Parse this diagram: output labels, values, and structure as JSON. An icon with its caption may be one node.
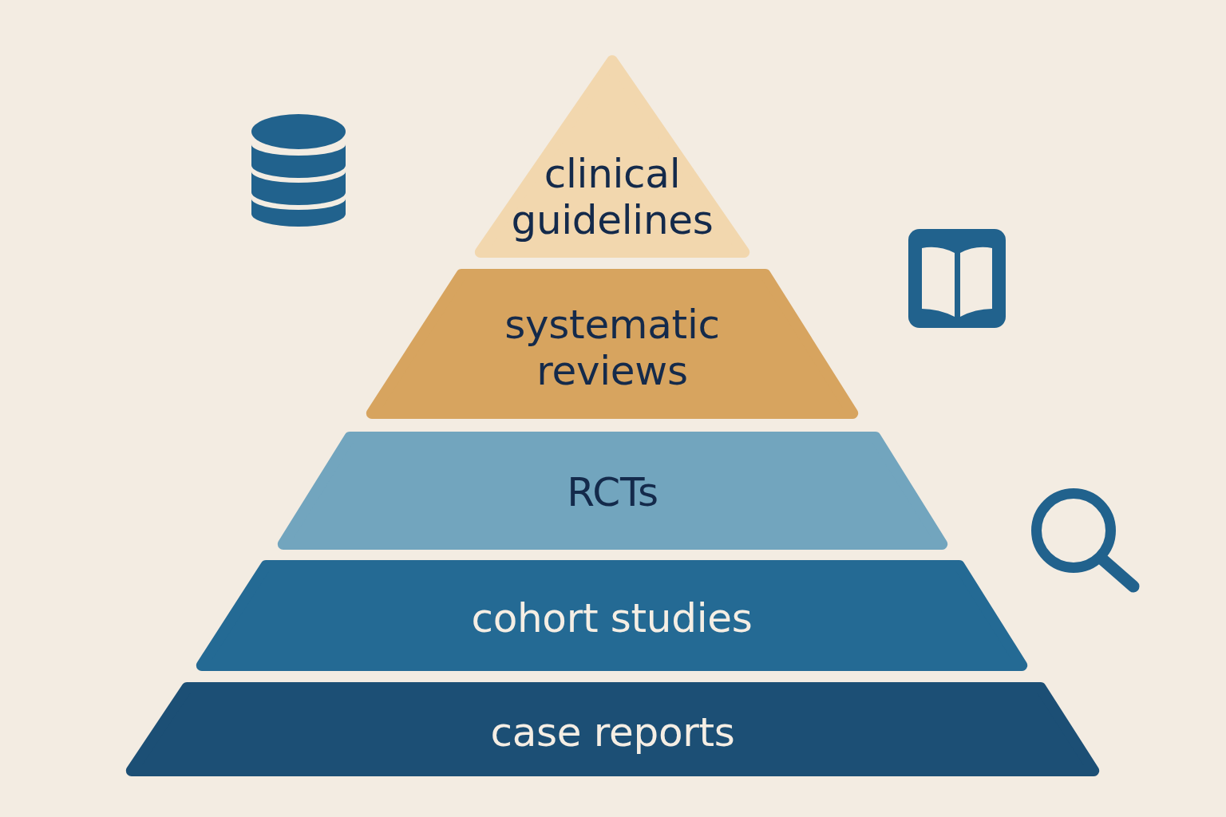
{
  "diagram": {
    "nodes": [
      {
        "text": [
          "clinical guidelines"
        ]
      },
      {
        "text": [
          "systematic reviews"
        ]
      },
      {
        "text": [
          "RCTs"
        ]
      },
      {
        "text": [
          "cohort studies"
        ]
      },
      {
        "text": [
          "case reports"
        ]
      }
    ]
  }
}
